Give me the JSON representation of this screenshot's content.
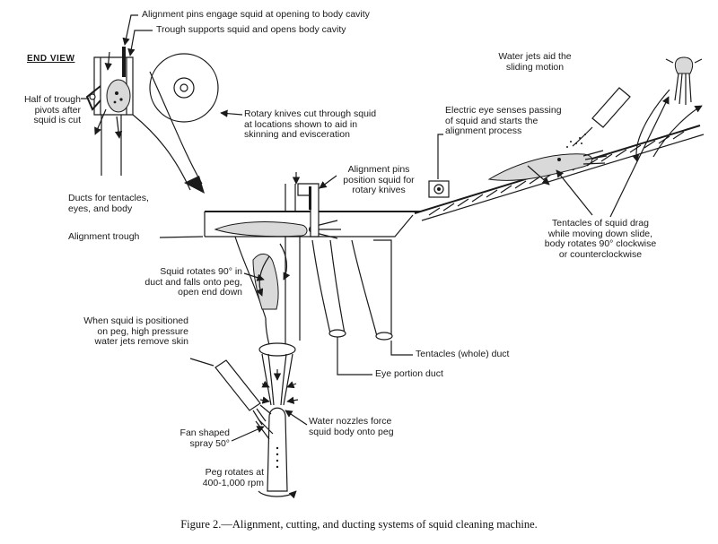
{
  "labels": {
    "end_view": "END VIEW",
    "alignment_pins_engage": "Alignment pins engage squid at opening to body cavity",
    "trough_supports": "Trough supports squid and opens body cavity",
    "half_trough_pivots": "Half of trough\npivots after\nsquid is cut",
    "rotary_knives": "Rotary knives cut through squid\nat locations shown to aid in\nskinning and evisceration",
    "water_jets_aid": "Water jets aid the\nsliding motion",
    "electric_eye": "Electric eye senses passing\nof squid and starts the\nalignment process",
    "alignment_pins_position": "Alignment pins\nposition squid for\nrotary knives",
    "ducts_for": "Ducts for tentacles,\neyes, and body",
    "alignment_trough": "Alignment trough",
    "tentacles_drag": "Tentacles of squid drag\nwhile moving down slide,\nbody rotates 90° clockwise\nor counterclockwise",
    "squid_rotates": "Squid rotates 90° in\nduct and falls onto peg,\nopen end down",
    "when_positioned": "When squid is positioned\non peg, high pressure\nwater jets remove skin",
    "tentacles_duct": "Tentacles (whole) duct",
    "eye_portion_duct": "Eye portion duct",
    "water_nozzles": "Water nozzles force\nsquid body onto peg",
    "fan_spray": "Fan shaped\nspray 50°",
    "peg_rotates": "Peg rotates at\n400-1,000 rpm"
  },
  "caption": "Figure 2.—Alignment, cutting, and ducting systems of squid cleaning machine."
}
